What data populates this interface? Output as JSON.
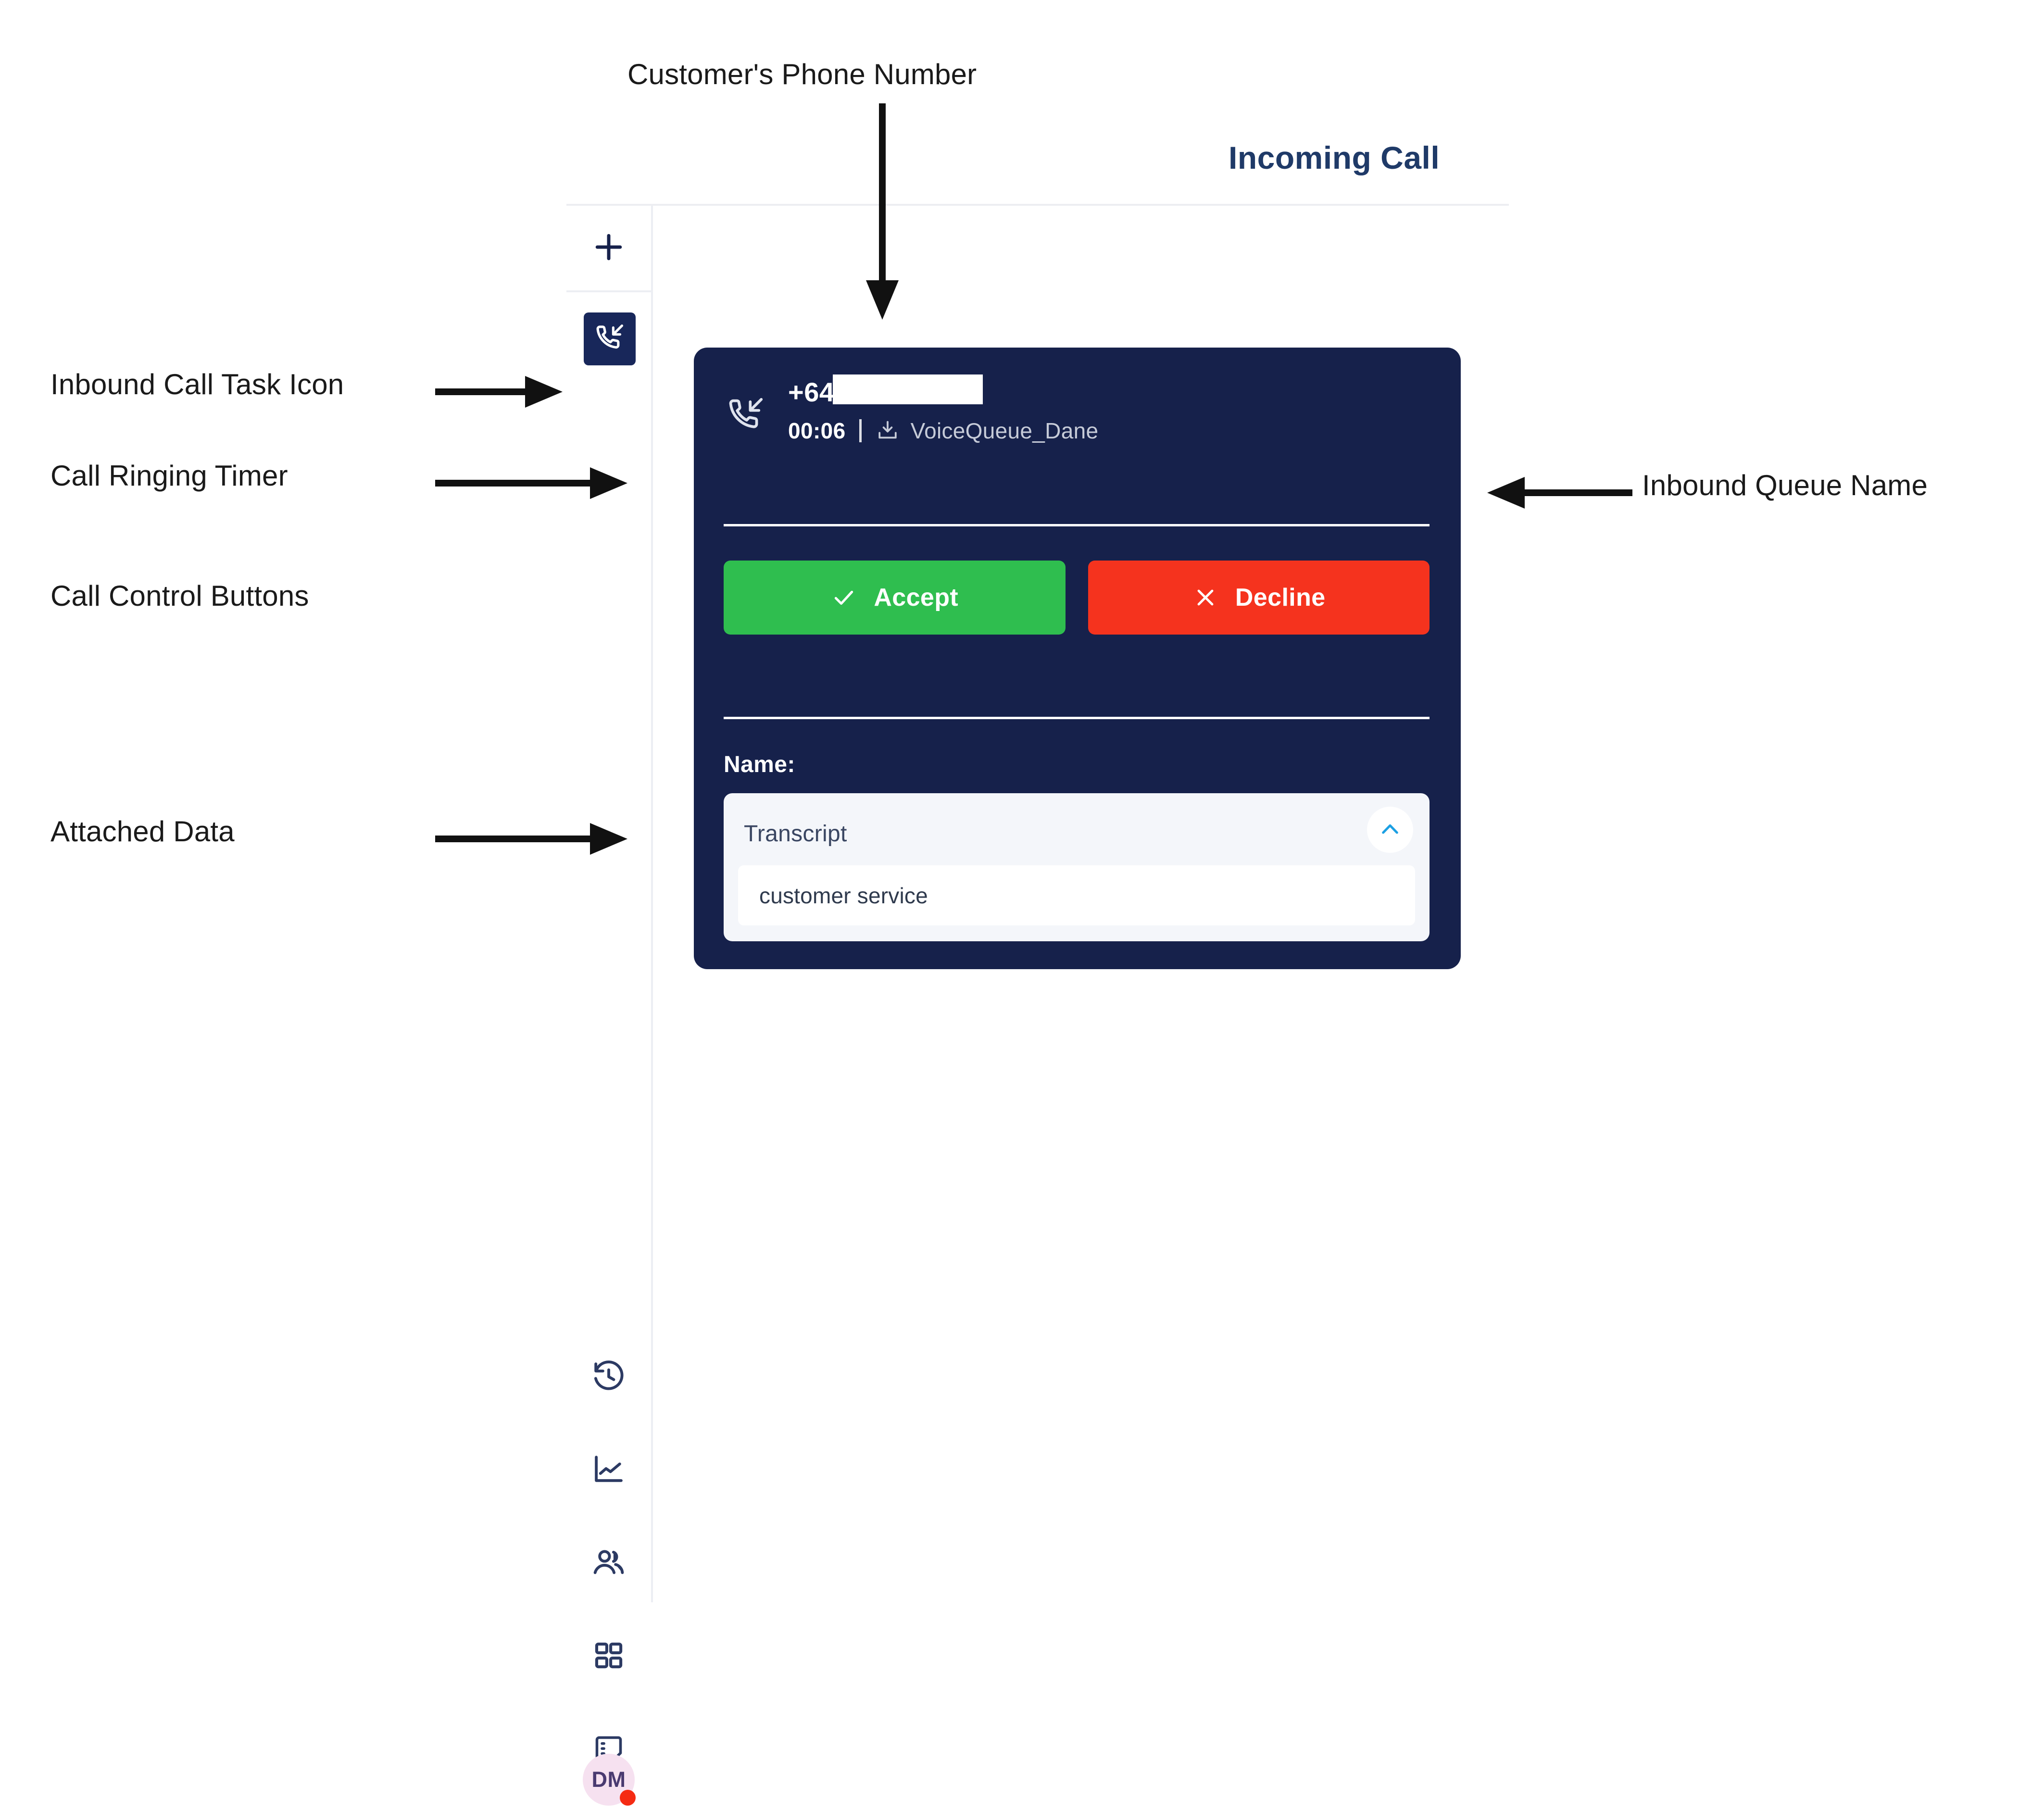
{
  "app": {
    "title": "Incoming Call"
  },
  "rail": {
    "new_task_icon": "plus-icon",
    "active_task_icon": "inbound-call-icon",
    "items": [
      {
        "icon": "history-clock-icon",
        "name": "history"
      },
      {
        "icon": "line-chart-icon",
        "name": "analytics"
      },
      {
        "icon": "people-icon",
        "name": "contacts"
      },
      {
        "icon": "grid-apps-icon",
        "name": "apps"
      },
      {
        "icon": "note-icon",
        "name": "notes"
      }
    ],
    "avatar": {
      "initials": "DM",
      "status": "busy",
      "status_color": "#f52b13",
      "background_color": "#f6e1f0"
    }
  },
  "call_card": {
    "direction_icon": "inbound-call-icon",
    "phone_number": "+64",
    "phone_number_redacted": true,
    "ringing_timer": "00:06",
    "queue_icon": "inbox-download-icon",
    "queue_name": "VoiceQueue_Dane",
    "accept_label": "Accept",
    "accept_icon": "check-icon",
    "accept_color": "#2fbe4f",
    "decline_label": "Decline",
    "decline_icon": "x-icon",
    "decline_color": "#f5331e",
    "name_label": "Name:",
    "name_value": "",
    "card_color": "#16214b",
    "transcript": {
      "title": "Transcript",
      "toggle_icon": "chevron-up-icon",
      "toggle_color": "#1ca0e3",
      "text": "customer service"
    }
  },
  "annotations": [
    {
      "id": "customers-phone-number",
      "label": "Customer's Phone Number"
    },
    {
      "id": "inbound-call-task-icon",
      "label": "Inbound Call Task Icon"
    },
    {
      "id": "call-ringing-timer",
      "label": "Call Ringing Timer"
    },
    {
      "id": "call-control-buttons",
      "label": "Call Control Buttons"
    },
    {
      "id": "attached-data",
      "label": "Attached Data"
    },
    {
      "id": "inbound-queue-name",
      "label": "Inbound Queue Name"
    }
  ]
}
